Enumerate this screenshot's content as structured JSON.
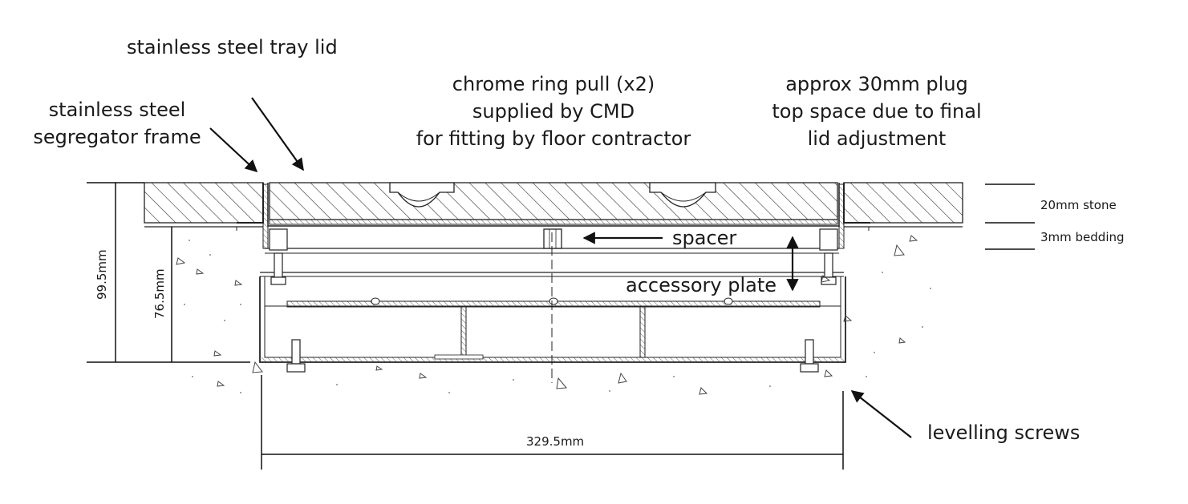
{
  "diagram": {
    "labels": {
      "tray_lid": "stainless steel tray lid",
      "segregator_frame_line1": "stainless steel",
      "segregator_frame_line2": "segregator frame",
      "ring_pull_line1": "chrome ring pull (x2)",
      "ring_pull_line2": "supplied by CMD",
      "ring_pull_line3": "for fitting by floor contractor",
      "plug_space_line1": "approx 30mm plug",
      "plug_space_line2": "top space due to final",
      "plug_space_line3": "lid adjustment",
      "spacer": "spacer",
      "accessory_plate": "accessory plate",
      "levelling_screws": "levelling screws"
    },
    "dimensions": {
      "stone": "20mm stone",
      "bedding": "3mm bedding",
      "overall_height": "99.5mm",
      "inner_height": "76.5mm",
      "width": "329.5mm"
    },
    "colors": {
      "line": "#1a1a1a",
      "hatch": "#333333",
      "screed_speckle": "#777777"
    }
  }
}
